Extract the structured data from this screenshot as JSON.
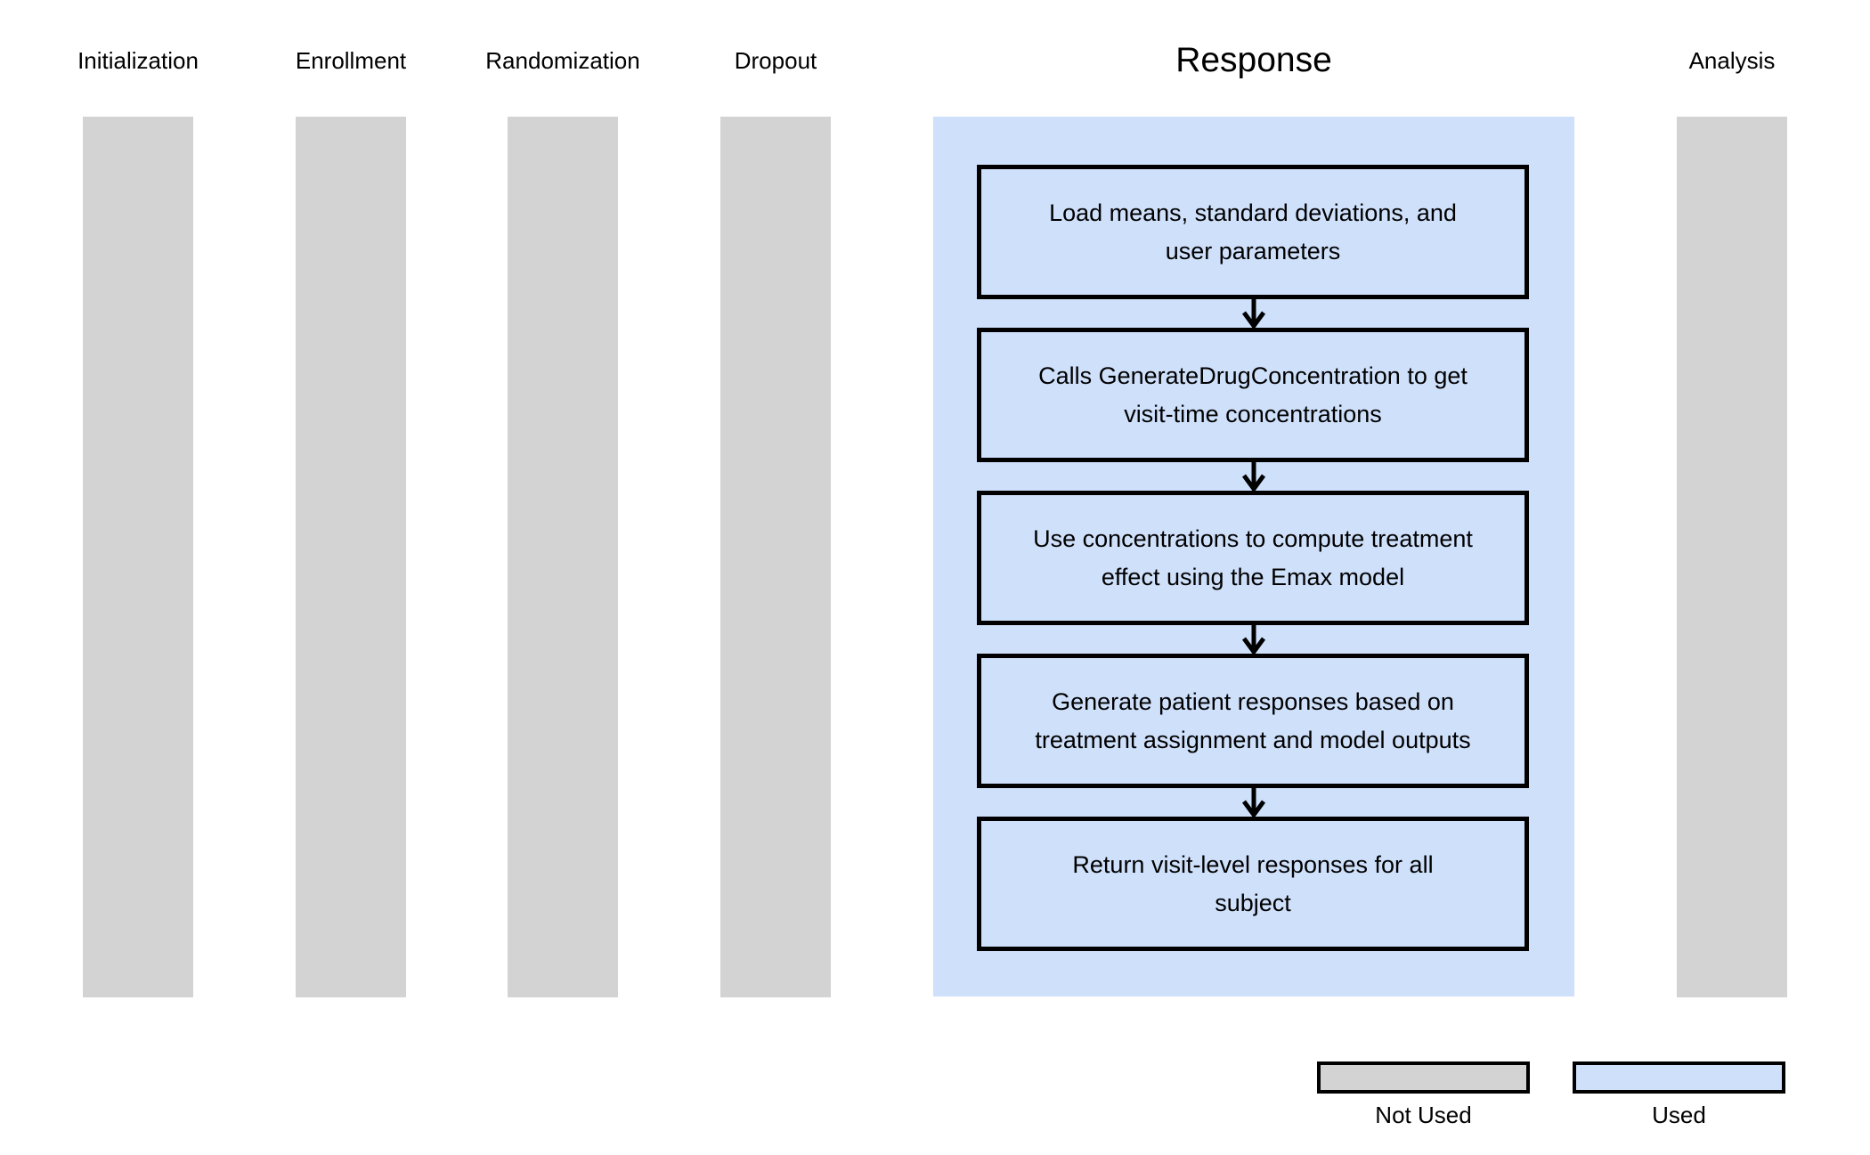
{
  "columns": [
    {
      "label": "Initialization",
      "used": false
    },
    {
      "label": "Enrollment",
      "used": false
    },
    {
      "label": "Randomization",
      "used": false
    },
    {
      "label": "Dropout",
      "used": false
    },
    {
      "label": "Response",
      "used": true
    },
    {
      "label": "Analysis",
      "used": false
    }
  ],
  "flow_steps": [
    {
      "lines": [
        "Load means, standard deviations, and",
        "user parameters"
      ]
    },
    {
      "lines": [
        "Calls GenerateDrugConcentration to get",
        "visit-time concentrations"
      ]
    },
    {
      "lines": [
        "Use concentrations to compute treatment",
        "effect using the Emax model"
      ]
    },
    {
      "lines": [
        "Generate patient responses based on",
        "treatment assignment and model outputs"
      ]
    },
    {
      "lines": [
        "Return visit-level responses for all",
        "subject"
      ]
    }
  ],
  "legend": {
    "not_used_label": "Not Used",
    "used_label": "Used"
  },
  "colors": {
    "not_used_fill": "#d3d3d3",
    "used_fill": "#cfe0fb",
    "box_border": "#000000",
    "text": "#000000",
    "background": "#ffffff"
  }
}
